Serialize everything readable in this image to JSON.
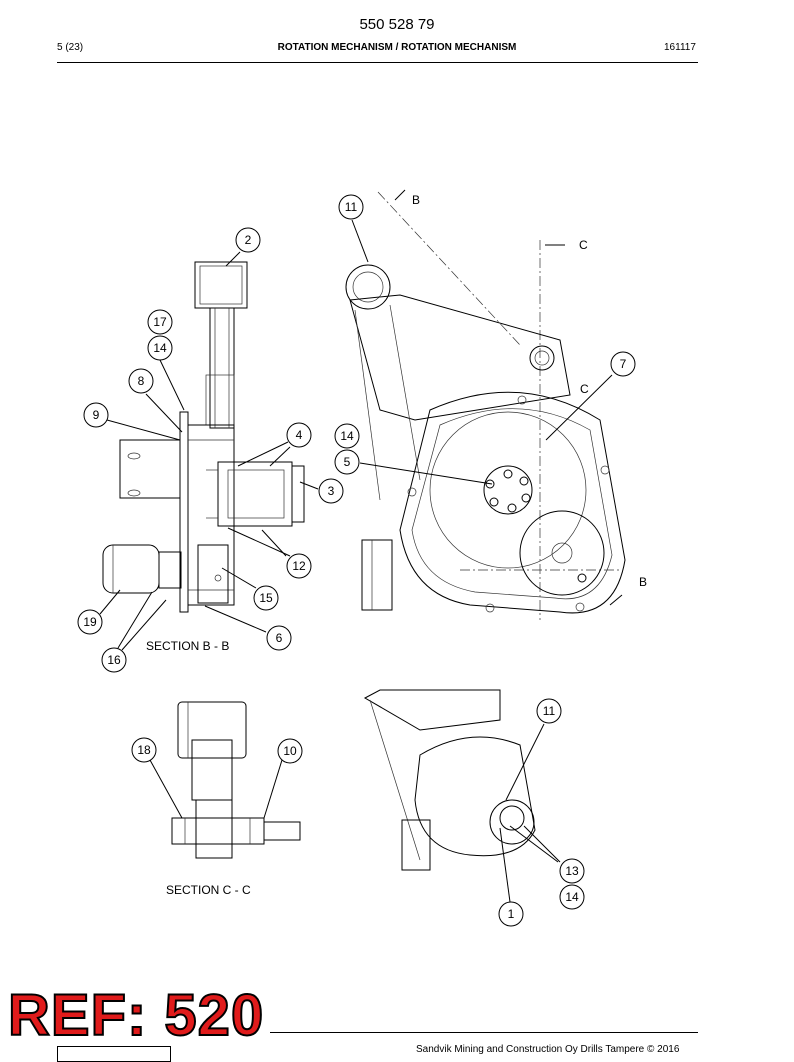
{
  "header": {
    "doc_number": "550 528 79",
    "page": "5 (23)",
    "title": "ROTATION MECHANISM / ROTATION MECHANISM",
    "date": "161117"
  },
  "labels": {
    "section_bb": "SECTION  B - B",
    "section_cc": "SECTION  C - C",
    "b_top": "B",
    "c_top": "C",
    "c_mid": "C",
    "b_bottom": "B"
  },
  "callouts": [
    "11",
    "2",
    "17",
    "14",
    "8",
    "9",
    "4",
    "14",
    "5",
    "7",
    "3",
    "12",
    "15",
    "6",
    "19",
    "16",
    "18",
    "10",
    "11",
    "13",
    "14",
    "1"
  ],
  "stamp": {
    "text": "REF: 520",
    "color": "#e01b1b"
  },
  "footer": {
    "text": "Sandvik Mining and Construction Oy Drills Tampere © 2016"
  }
}
